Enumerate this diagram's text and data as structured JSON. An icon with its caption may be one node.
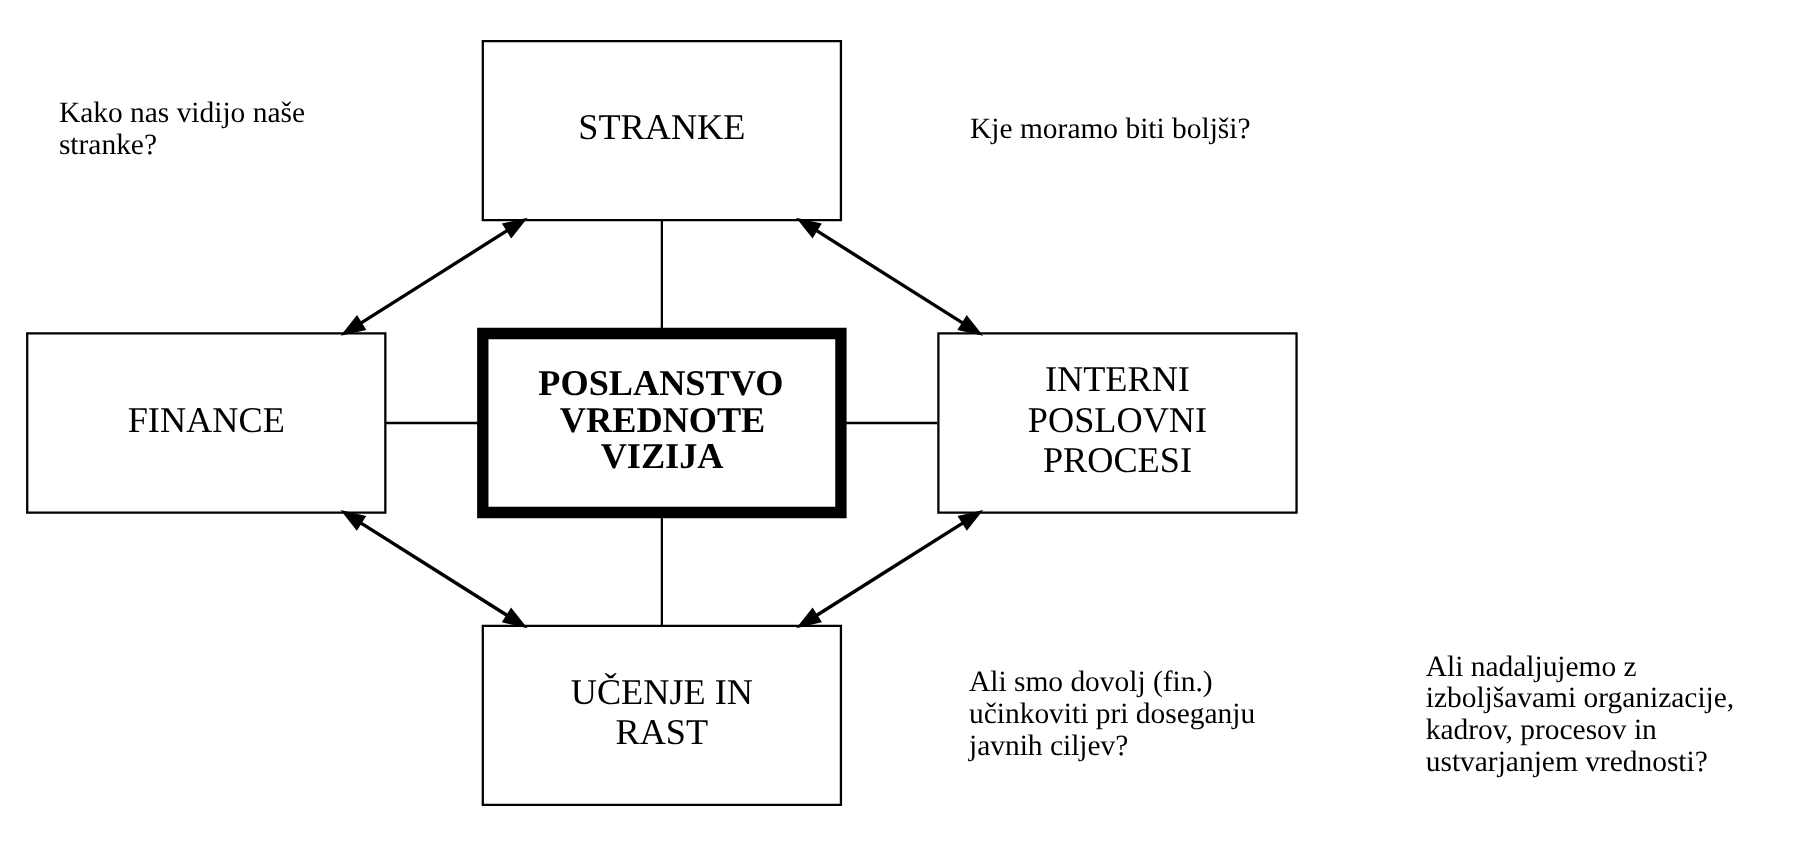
{
  "diagram": {
    "nodes": [
      {
        "text": [
          "STRANKE"
        ]
      },
      {
        "text": [
          "FINANCE"
        ]
      },
      {
        "text": [
          "POSLANSTVO VREDNOTE VIZIJA"
        ]
      },
      {
        "text": [
          "INTERNI POSLOVNI PROCESI"
        ]
      },
      {
        "text": [
          "UČENJE IN RAST"
        ]
      }
    ],
    "edges": [
      {
        "from": 0,
        "to": 1,
        "arrow": "both"
      },
      {
        "from": 0,
        "to": 3,
        "arrow": "both"
      },
      {
        "from": 0,
        "to": 2,
        "arrow": "none"
      },
      {
        "from": 1,
        "to": 2,
        "arrow": "none"
      },
      {
        "from": 2,
        "to": 3,
        "arrow": "none"
      },
      {
        "from": 2,
        "to": 4,
        "arrow": "none"
      },
      {
        "from": 1,
        "to": 4,
        "arrow": "both"
      },
      {
        "from": 3,
        "to": 4,
        "arrow": "both"
      }
    ],
    "labels": [
      "Kako nas vidijo naše stranke?",
      "Kje moramo biti boljši?",
      "Ali smo dovolj (fin.) učinkoviti pri doseganju javnih ciljev?",
      "Ali nadaljujemo z izboljšavami organizacije, kadrov, procesov in ustvarjanjem vrednosti?"
    ]
  }
}
